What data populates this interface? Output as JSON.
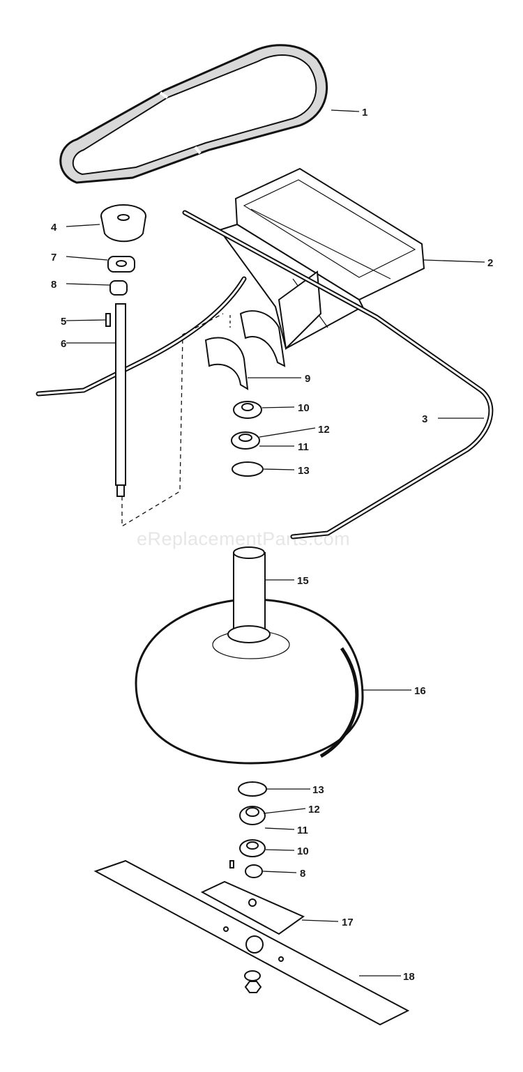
{
  "watermark": "eReplacementParts.com",
  "callouts": {
    "c1": "1",
    "c2": "2",
    "c3": "3",
    "c4": "4",
    "c5": "5",
    "c6": "6",
    "c7": "7",
    "c8a": "8",
    "c9": "9",
    "c10a": "10",
    "c12a": "12",
    "c11a": "11",
    "c13a": "13",
    "c15": "15",
    "c16": "16",
    "c13b": "13",
    "c12b": "12",
    "c11b": "11",
    "c10b": "10",
    "c8b": "8",
    "c17": "17",
    "c18": "18"
  }
}
